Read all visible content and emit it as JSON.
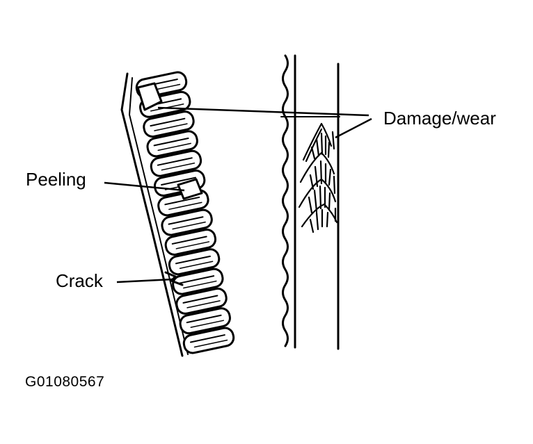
{
  "diagram": {
    "labels": {
      "damage_wear": "Damage/wear",
      "peeling": "Peeling",
      "crack": "Crack"
    },
    "figure_id": "G01080567",
    "colors": {
      "ink": "#000000",
      "paper": "#ffffff"
    }
  }
}
